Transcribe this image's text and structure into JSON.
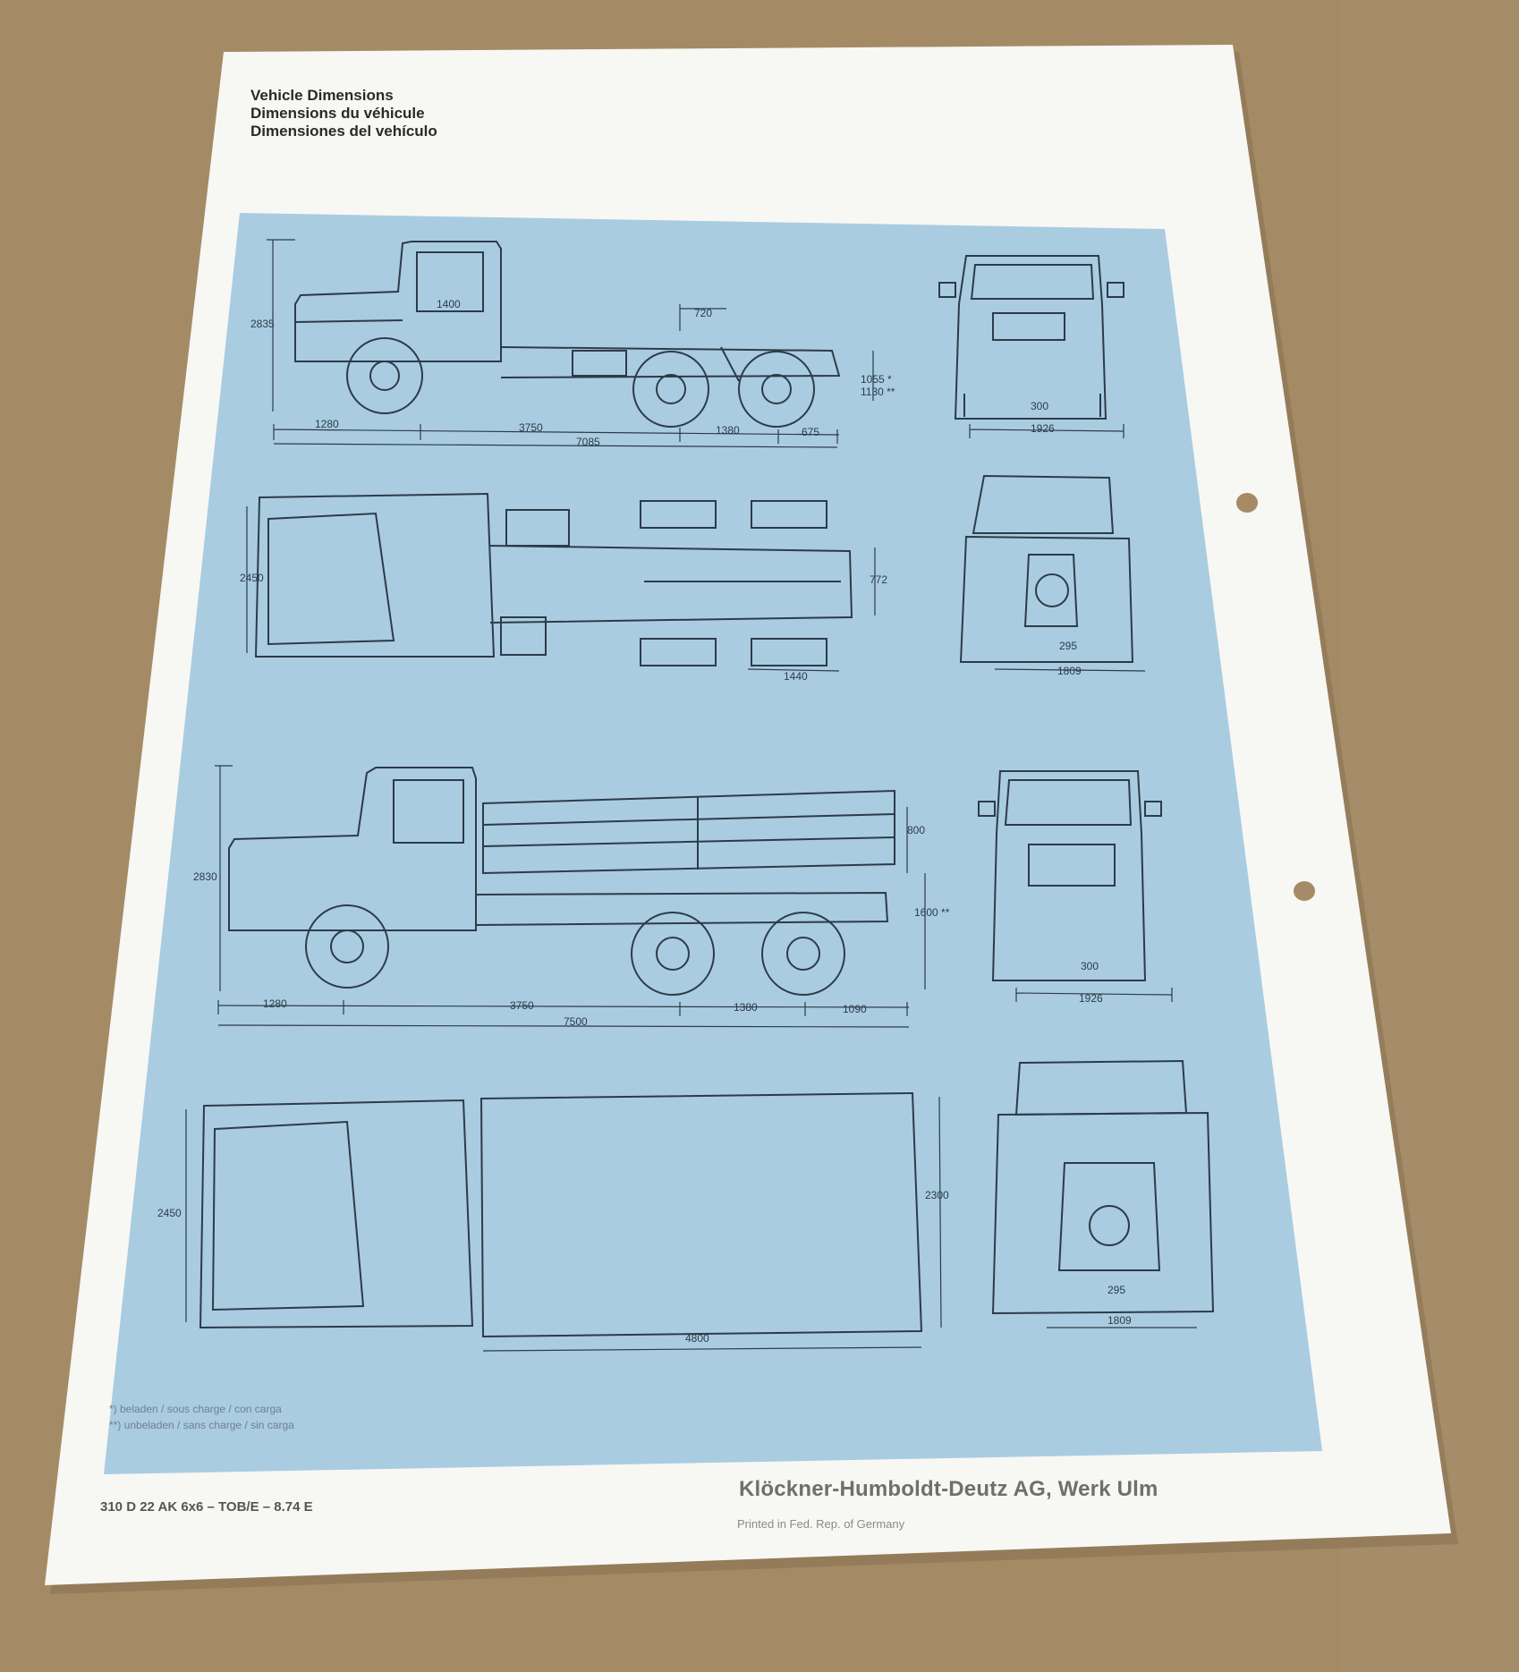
{
  "heading": {
    "line1": "Vehicle Dimensions",
    "line2": "Dimensions du véhicule",
    "line3": "Dimensiones del vehículo"
  },
  "dims": {
    "d2835": "2835",
    "d1400": "1400",
    "d720": "720",
    "d1055": "1055 *",
    "d1130": "1130 **",
    "d1280": "1280",
    "d3750": "3750",
    "d1380": "1380",
    "d675": "675",
    "d7085": "7085",
    "d300": "300",
    "d1926": "1926",
    "d2450": "2450",
    "d772": "772",
    "d1440": "1440",
    "d295": "295",
    "d1809": "1809",
    "d800": "800",
    "d2830": "2830",
    "d1600": "1600 **",
    "d1090": "1090",
    "d7500": "7500",
    "d300b": "300",
    "d1926b": "1926",
    "d2450b": "2450",
    "d2300": "2300",
    "d4800": "4800",
    "d295b": "295",
    "d1809b": "1809"
  },
  "notes": {
    "line1": "*) beladen / sous charge / con carga",
    "line2": "**) unbeladen / sans charge / sin carga"
  },
  "footer": {
    "code": "310 D 22 AK 6x6 – TOB/E – 8.74 E",
    "company": "Klöckner-Humboldt-Deutz AG, Werk Ulm",
    "printed": "Printed in Fed. Rep. of Germany"
  },
  "colors": {
    "background": "#a48b66",
    "paper": "#f7f7f4",
    "panel": "#a9cce1",
    "ink": "#2d3b48"
  }
}
